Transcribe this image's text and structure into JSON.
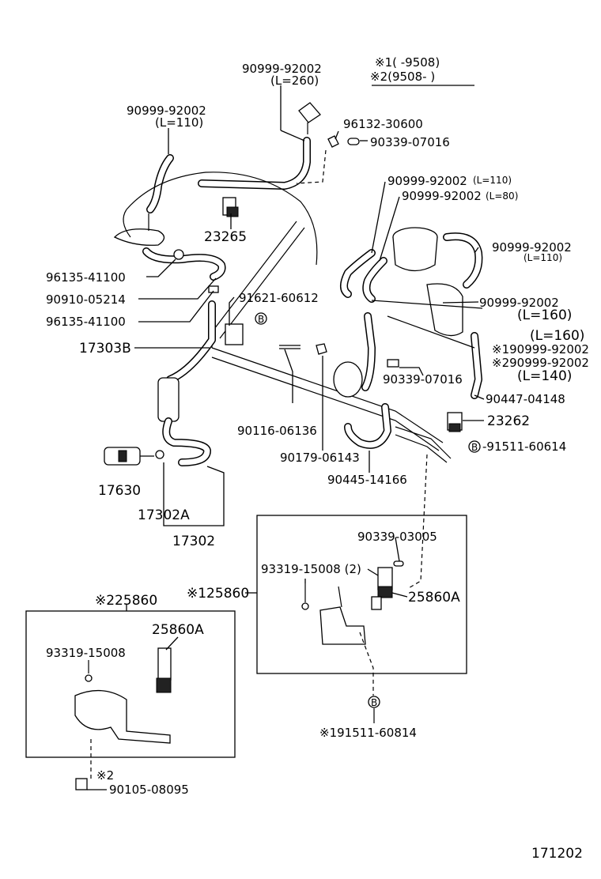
{
  "legend": {
    "note1": "※1(     -9508)",
    "note2": "※2(9508-     )"
  },
  "labels": {
    "p_90999_92002_top": "90999-92002",
    "p_l260": "(L=260)",
    "p_90999_92002_left": "90999-92002",
    "p_l110_left": "(L=110)",
    "p_96132_30600": "96132-30600",
    "p_90339_07016_top": "90339-07016",
    "p_90999_92002_l110_r": "90999-92002",
    "p_l110_r_suffix": "(L=110)",
    "p_90999_92002_l80": "90999-92002",
    "p_l80_suffix": "(L=80)",
    "p_23265": "23265",
    "p_90999_92002_far": "90999-92002",
    "p_l110_far": "(L=110)",
    "p_96135_41100_a": "96135-41100",
    "p_90910_05214": "90910-05214",
    "p_96135_41100_b": "96135-41100",
    "p_91621_60612": "91621-60612",
    "p_90999_92002_l160": "90999-92002",
    "p_l160_a": "(L=160)",
    "p_17303b": "17303B",
    "p_l160_b": "(L=160)",
    "p_x1_90999_92002": "※190999-92002",
    "p_x2_90999_92002": "※290999-92002",
    "p_l140": "(L=140)",
    "p_90339_07016_mid": "90339-07016",
    "p_90447_04148": "90447-04148",
    "p_90116_06136": "90116-06136",
    "p_23262": "23262",
    "p_91511_60614": "-91511-60614",
    "p_90179_06143": "90179-06143",
    "p_90445_14166": "90445-14166",
    "p_17630": "17630",
    "p_17302a": "17302A",
    "p_17302": "17302",
    "p_90339_03005": "90339-03005",
    "p_93319_15008_2": "93319-15008 (2)",
    "p_x1_25860": "※125860",
    "p_25860a_upper": "25860A",
    "p_x2_25860": "※225860",
    "p_25860a_lower": "25860A",
    "p_93319_15008": "93319-15008",
    "p_x1_91511_60814": "※191511-60814",
    "p_x2_small": "※2",
    "p_90105_08095": "90105-08095",
    "p_figure_no": "171202",
    "marker_b": "B"
  }
}
